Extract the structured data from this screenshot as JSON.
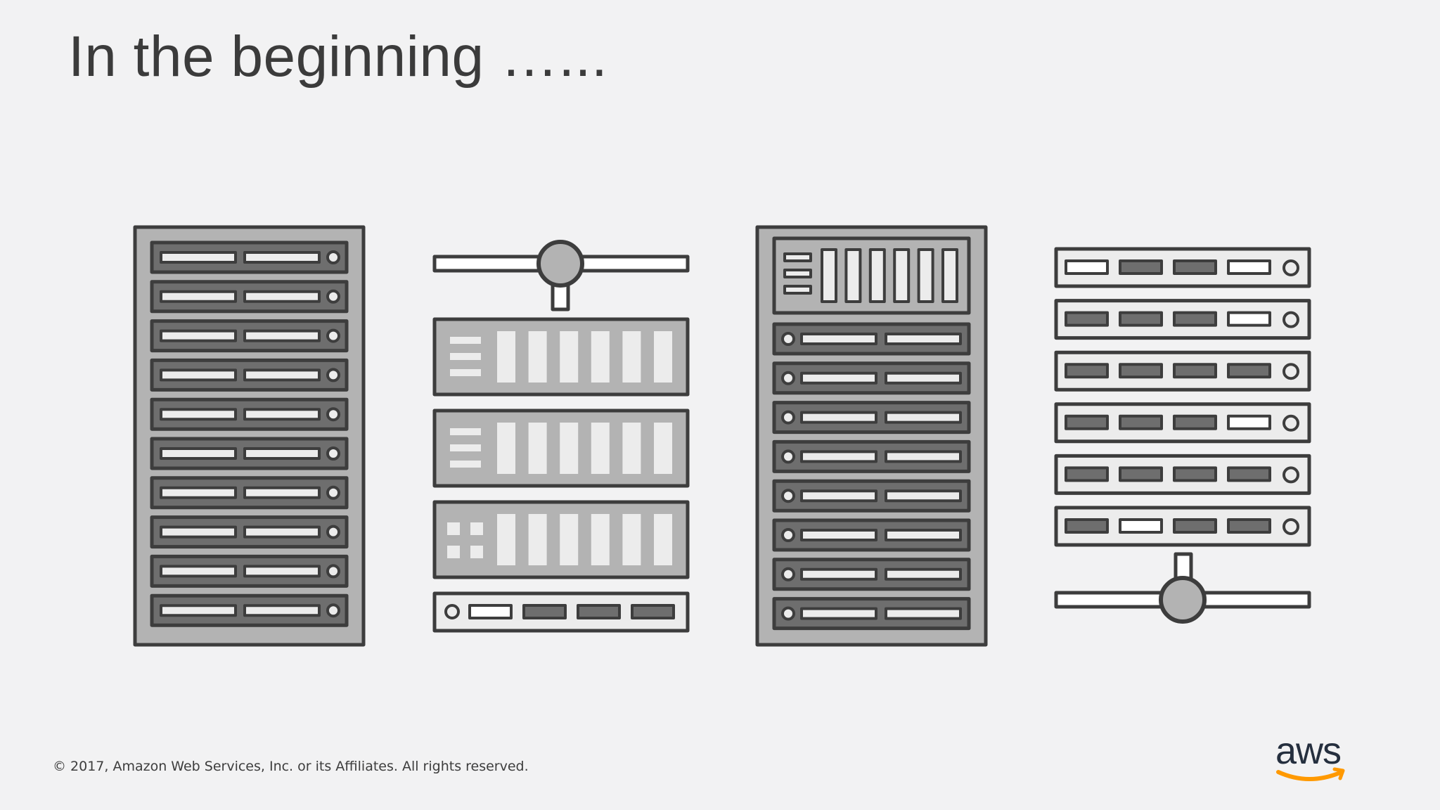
{
  "slide": {
    "title": "In the beginning …...",
    "footer": "© 2017, Amazon Web Services, Inc. or its Affiliates. All rights reserved.",
    "logo_text": "aws"
  },
  "icons": [
    "server-rack-icon",
    "network-server-stack-icon",
    "storage-rack-icon",
    "server-array-icon"
  ],
  "colors": {
    "background": "#f2f2f3",
    "outline": "#3d3d3d",
    "fill_gray": "#b3b3b3",
    "dark_slot": "#6e6e6e",
    "light": "#ececec",
    "logo_text": "#252f3e",
    "logo_smile": "#ff9900"
  }
}
